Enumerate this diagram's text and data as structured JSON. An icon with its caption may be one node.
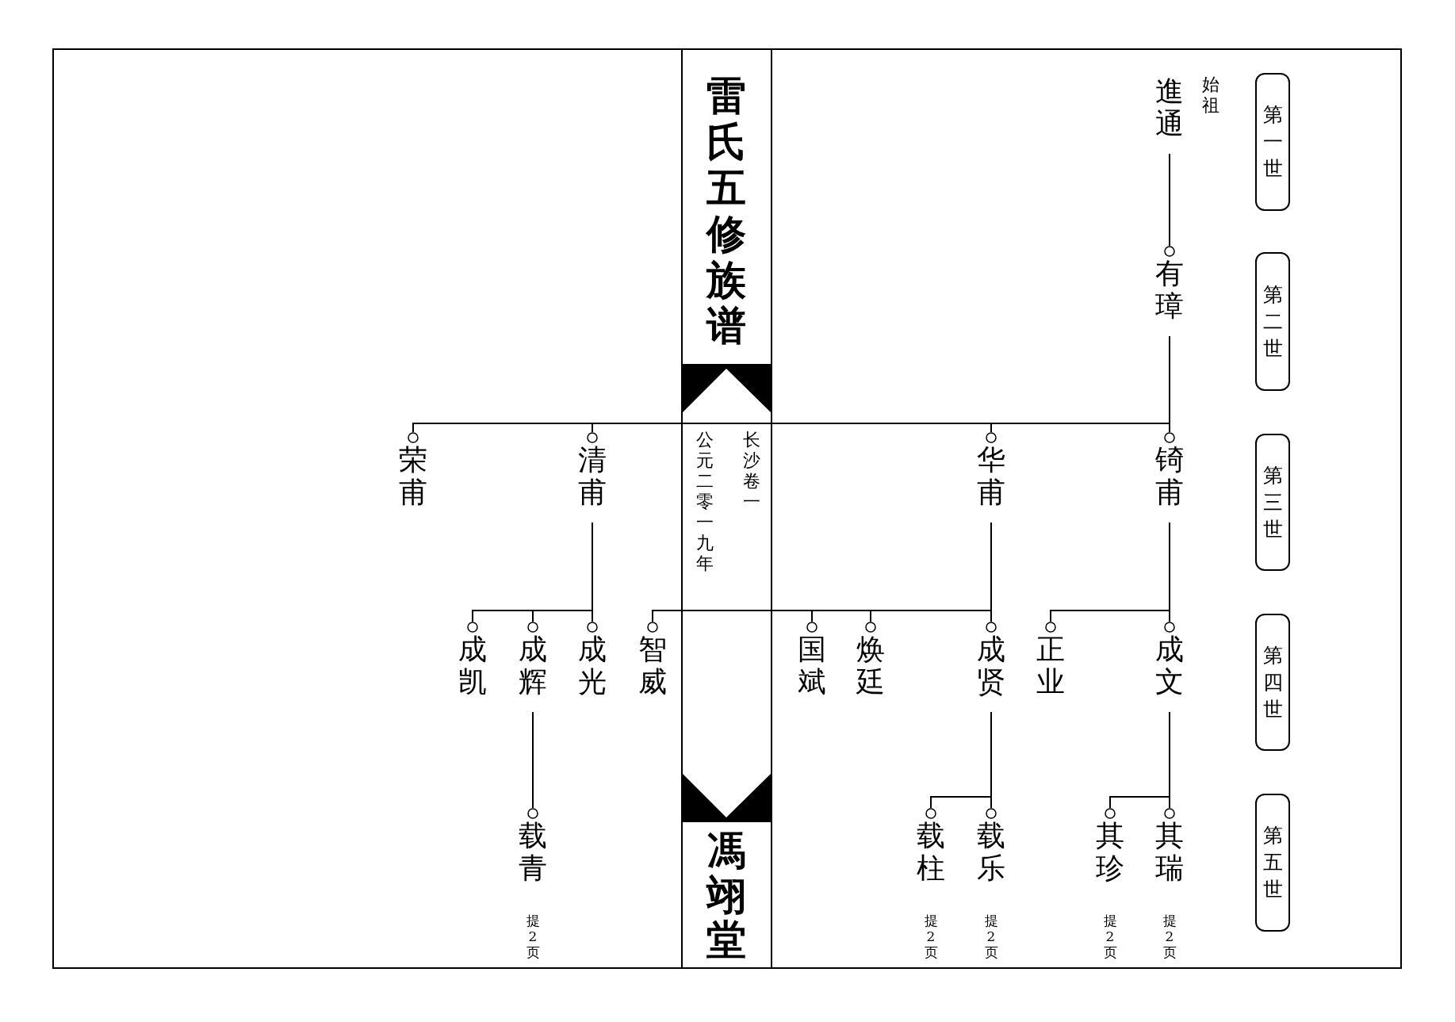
{
  "diagram": {
    "title": "雷氏五修族谱",
    "nodes": [
      {
        "text": [
          "進通"
        ],
        "beside": [
          "始祖"
        ]
      },
      {
        "text": [
          "有璋"
        ]
      },
      {
        "text": [
          "锜甫"
        ]
      },
      {
        "text": [
          "华甫"
        ]
      },
      {
        "text": [
          "清甫"
        ]
      },
      {
        "text": [
          "荣甫"
        ]
      },
      {
        "text": [
          "成文"
        ]
      },
      {
        "text": [
          "正业"
        ]
      },
      {
        "text": [
          "成贤"
        ]
      },
      {
        "text": [
          "焕廷"
        ]
      },
      {
        "text": [
          "国斌"
        ]
      },
      {
        "text": [
          "智威"
        ]
      },
      {
        "text": [
          "成光"
        ]
      },
      {
        "text": [
          "成辉"
        ]
      },
      {
        "text": [
          "成凯"
        ]
      },
      {
        "text": [
          "其瑞"
        ]
      },
      {
        "text": [
          "其珍"
        ]
      },
      {
        "text": [
          "载乐"
        ]
      },
      {
        "text": [
          "载柱"
        ]
      },
      {
        "text": [
          "载青"
        ]
      },
      {
        "text": [
          "第一世"
        ]
      },
      {
        "text": [
          "第二世"
        ]
      },
      {
        "text": [
          "第三世"
        ]
      },
      {
        "text": [
          "第四世"
        ]
      },
      {
        "text": [
          "第五世"
        ]
      }
    ],
    "edges": [
      {
        "from": 0,
        "to": 1,
        "arrow": "none"
      },
      {
        "from": 1,
        "to": 2,
        "arrow": "none"
      },
      {
        "from": 1,
        "to": 3,
        "arrow": "none"
      },
      {
        "from": 1,
        "to": 4,
        "arrow": "none"
      },
      {
        "from": 1,
        "to": 5,
        "arrow": "none"
      },
      {
        "from": 2,
        "to": 6,
        "arrow": "none"
      },
      {
        "from": 2,
        "to": 7,
        "arrow": "none"
      },
      {
        "from": 3,
        "to": 8,
        "arrow": "none"
      },
      {
        "from": 3,
        "to": 9,
        "arrow": "none"
      },
      {
        "from": 3,
        "to": 10,
        "arrow": "none"
      },
      {
        "from": 3,
        "to": 11,
        "arrow": "none"
      },
      {
        "from": 4,
        "to": 12,
        "arrow": "none"
      },
      {
        "from": 4,
        "to": 13,
        "arrow": "none"
      },
      {
        "from": 4,
        "to": 14,
        "arrow": "none"
      },
      {
        "from": 6,
        "to": 15,
        "arrow": "none"
      },
      {
        "from": 6,
        "to": 16,
        "arrow": "none"
      },
      {
        "from": 8,
        "to": 17,
        "arrow": "none"
      },
      {
        "from": 8,
        "to": 18,
        "arrow": "none"
      },
      {
        "from": 13,
        "to": 19,
        "arrow": "none"
      }
    ],
    "labels": [
      "长沙卷一",
      "公元二零一九年",
      "馮翊堂",
      "提2页",
      "提2页",
      "提2页",
      "提2页",
      "提2页"
    ]
  }
}
